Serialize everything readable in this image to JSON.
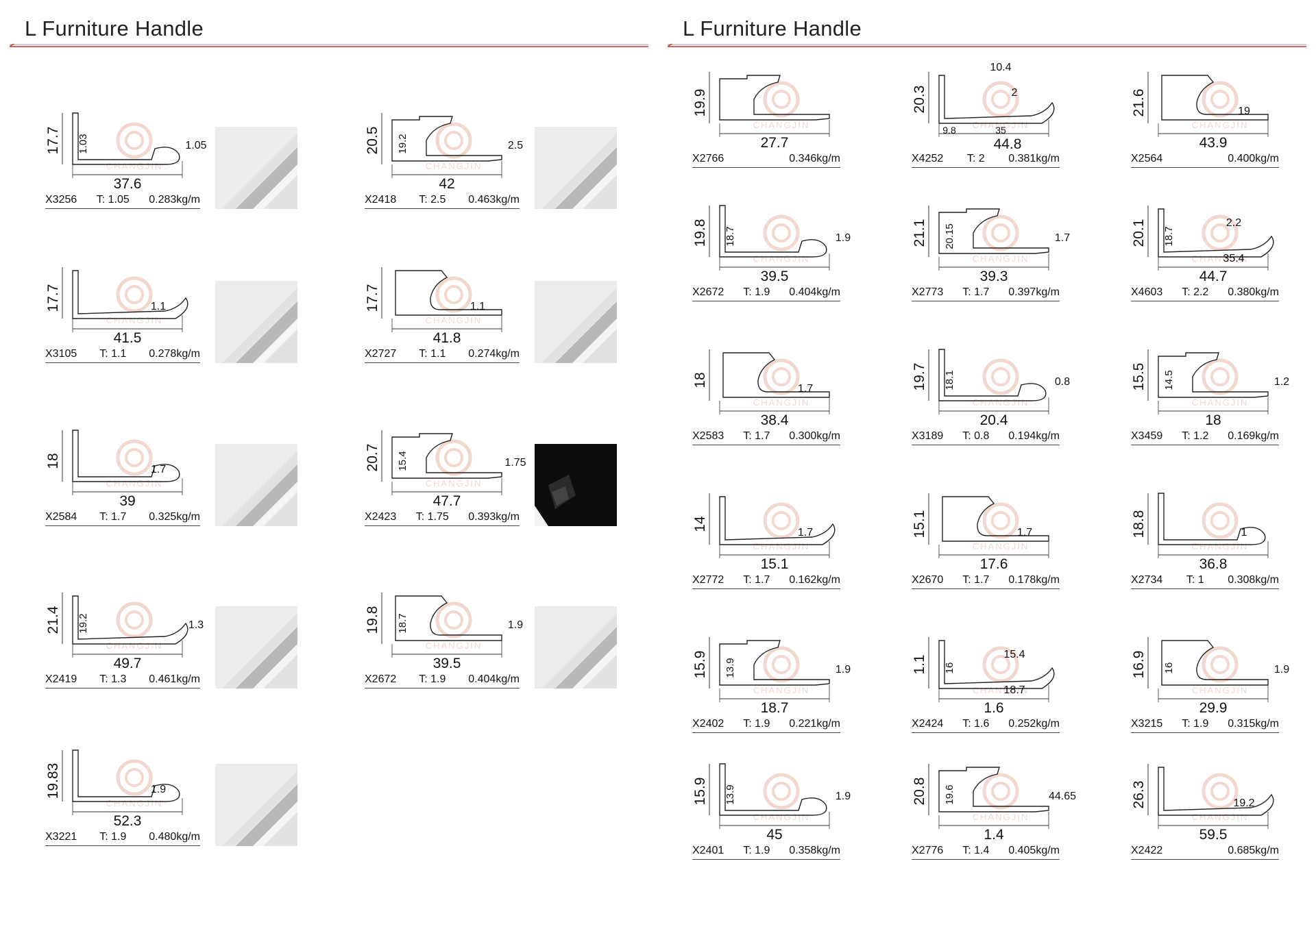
{
  "header_left": {
    "title": "L Furniture Handle"
  },
  "header_right": {
    "title": "L Furniture Handle"
  },
  "watermark": "CHANGJIN",
  "colors": {
    "rule_red": "#c0392b",
    "rule_grey": "#9a9a9a",
    "watermark": "#e9b8a8",
    "aluminium": "#cfcfcf",
    "black_finish": "#151515"
  },
  "left_products": [
    {
      "code": "X3256",
      "thickness": "T: 1.05",
      "weight": "0.283kg/m",
      "dims": [
        "17.7",
        "1.03",
        "1.05",
        "37.6"
      ]
    },
    {
      "code": "X2418",
      "thickness": "T: 2.5",
      "weight": "0.463kg/m",
      "dims": [
        "20.5",
        "19.2",
        "2.5",
        "42"
      ]
    },
    {
      "code": "X3105",
      "thickness": "T: 1.1",
      "weight": "0.278kg/m",
      "dims": [
        "17.7",
        "1.1",
        "41.5"
      ]
    },
    {
      "code": "X2727",
      "thickness": "T: 1.1",
      "weight": "0.274kg/m",
      "dims": [
        "17.7",
        "1.1",
        "41.8"
      ]
    },
    {
      "code": "X2584",
      "thickness": "T: 1.7",
      "weight": "0.325kg/m",
      "dims": [
        "18",
        "1.7",
        "39"
      ]
    },
    {
      "code": "X2423",
      "thickness": "T: 1.75",
      "weight": "0.393kg/m",
      "dims": [
        "20.7",
        "15.4",
        "1.75",
        "47.7"
      ]
    },
    {
      "code": "X2419",
      "thickness": "T: 1.3",
      "weight": "0.461kg/m",
      "dims": [
        "21.4",
        "19.2",
        "1.3",
        "49.7"
      ]
    },
    {
      "code": "X2672",
      "thickness": "T: 1.9",
      "weight": "0.404kg/m",
      "dims": [
        "19.8",
        "18.7",
        "1.9",
        "39.5"
      ]
    },
    {
      "code": "X3221",
      "thickness": "T: 1.9",
      "weight": "0.480kg/m",
      "dims": [
        "19.83",
        "1.9",
        "52.3"
      ]
    }
  ],
  "right_products": [
    {
      "code": "X2766",
      "thickness": "",
      "weight": "0.346kg/m",
      "dims": [
        "19.9",
        "27.7"
      ]
    },
    {
      "code": "X4252",
      "thickness": "T: 2",
      "weight": "0.381kg/m",
      "dims": [
        "10.4",
        "20.3",
        "2",
        "9.8",
        "35",
        "44.8"
      ]
    },
    {
      "code": "X2564",
      "thickness": "",
      "weight": "0.400kg/m",
      "dims": [
        "21.6",
        "19",
        "43.9"
      ]
    },
    {
      "code": "X2672",
      "thickness": "T: 1.9",
      "weight": "0.404kg/m",
      "dims": [
        "19.8",
        "18.7",
        "1.9",
        "39.5"
      ]
    },
    {
      "code": "X2773",
      "thickness": "T: 1.7",
      "weight": "0.397kg/m",
      "dims": [
        "21.1",
        "20.15",
        "1.7",
        "39.3"
      ]
    },
    {
      "code": "X4603",
      "thickness": "T: 2.2",
      "weight": "0.380kg/m",
      "dims": [
        "20.1",
        "18.7",
        "2.2",
        "35.4",
        "44.7"
      ]
    },
    {
      "code": "X2583",
      "thickness": "T: 1.7",
      "weight": "0.300kg/m",
      "dims": [
        "18",
        "1.7",
        "38.4"
      ]
    },
    {
      "code": "X3189",
      "thickness": "T: 0.8",
      "weight": "0.194kg/m",
      "dims": [
        "19.7",
        "18.1",
        "0.8",
        "20.4"
      ]
    },
    {
      "code": "X3459",
      "thickness": "T: 1.2",
      "weight": "0.169kg/m",
      "dims": [
        "15.5",
        "14.5",
        "1.2",
        "18"
      ]
    },
    {
      "code": "X2772",
      "thickness": "T: 1.7",
      "weight": "0.162kg/m",
      "dims": [
        "14",
        "1.7",
        "15.1"
      ]
    },
    {
      "code": "X2670",
      "thickness": "T: 1.7",
      "weight": "0.178kg/m",
      "dims": [
        "15.1",
        "1.7",
        "17.6"
      ]
    },
    {
      "code": "X2734",
      "thickness": "T: 1",
      "weight": "0.308kg/m",
      "dims": [
        "18.8",
        "1",
        "36.8"
      ]
    },
    {
      "code": "X2402",
      "thickness": "T: 1.9",
      "weight": "0.221kg/m",
      "dims": [
        "15.9",
        "13.9",
        "1.9",
        "18.7"
      ]
    },
    {
      "code": "X2424",
      "thickness": "T: 1.6",
      "weight": "0.252kg/m",
      "dims": [
        "1.1",
        "16",
        "15.4",
        "18.7",
        "1.6"
      ]
    },
    {
      "code": "X3215",
      "thickness": "T: 1.9",
      "weight": "0.315kg/m",
      "dims": [
        "16.9",
        "16",
        "1.9",
        "29.9"
      ]
    },
    {
      "code": "X2401",
      "thickness": "T: 1.9",
      "weight": "0.358kg/m",
      "dims": [
        "15.9",
        "13.9",
        "1.9",
        "45"
      ]
    },
    {
      "code": "X2776",
      "thickness": "T: 1.4",
      "weight": "0.405kg/m",
      "dims": [
        "20.8",
        "19.6",
        "44.65",
        "1.4"
      ]
    },
    {
      "code": "X2422",
      "thickness": "",
      "weight": "0.685kg/m",
      "dims": [
        "26.3",
        "19.2",
        "59.5"
      ]
    }
  ]
}
